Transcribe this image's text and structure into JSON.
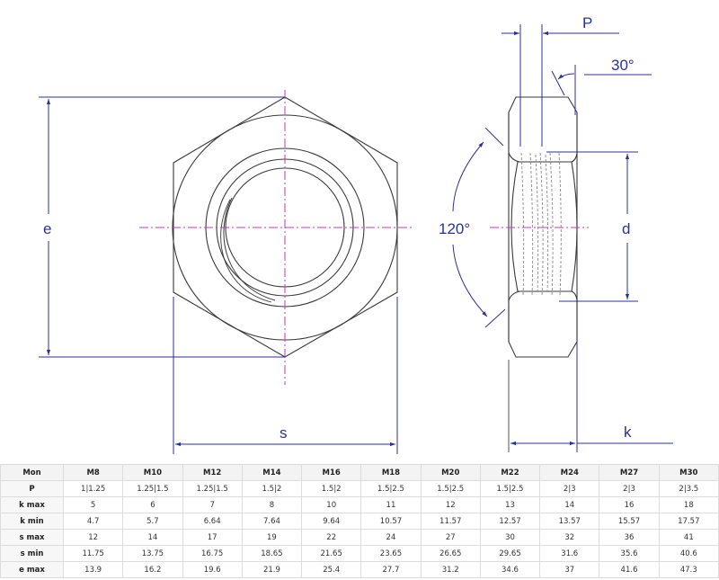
{
  "drawing": {
    "title": "Hex thin nut dimension drawing",
    "colors": {
      "outline": "#3a3a3a",
      "dimension": "#2b2f9e",
      "centerline": "#c03ab8"
    },
    "labels": {
      "e": "e",
      "s": "s",
      "p": "P",
      "angle_30": "30°",
      "angle_120": "120°",
      "d": "d",
      "k": "k"
    }
  },
  "table": {
    "header_label": "Mon",
    "sizes": [
      "M8",
      "M10",
      "M12",
      "M14",
      "M16",
      "M18",
      "M20",
      "M22",
      "M24",
      "M27",
      "M30"
    ],
    "rows": [
      {
        "label": "P",
        "values": [
          "1|1.25",
          "1.25|1.5",
          "1.25|1.5",
          "1.5|2",
          "1.5|2",
          "1.5|2.5",
          "1.5|2.5",
          "1.5|2.5",
          "2|3",
          "2|3",
          "2|3.5"
        ]
      },
      {
        "label": "k max",
        "values": [
          "5",
          "6",
          "7",
          "8",
          "10",
          "11",
          "12",
          "13",
          "14",
          "16",
          "18"
        ]
      },
      {
        "label": "k min",
        "values": [
          "4.7",
          "5.7",
          "6.64",
          "7.64",
          "9.64",
          "10.57",
          "11.57",
          "12.57",
          "13.57",
          "15.57",
          "17.57"
        ]
      },
      {
        "label": "s max",
        "values": [
          "12",
          "14",
          "17",
          "19",
          "22",
          "24",
          "27",
          "30",
          "32",
          "36",
          "41"
        ]
      },
      {
        "label": "s min",
        "values": [
          "11.75",
          "13.75",
          "16.75",
          "18.65",
          "21.65",
          "23.65",
          "26.65",
          "29.65",
          "31.6",
          "35.6",
          "40.6"
        ]
      },
      {
        "label": "e max",
        "values": [
          "13.9",
          "16.2",
          "19.6",
          "21.9",
          "25.4",
          "27.7",
          "31.2",
          "34.6",
          "37",
          "41.6",
          "47.3"
        ]
      }
    ]
  }
}
